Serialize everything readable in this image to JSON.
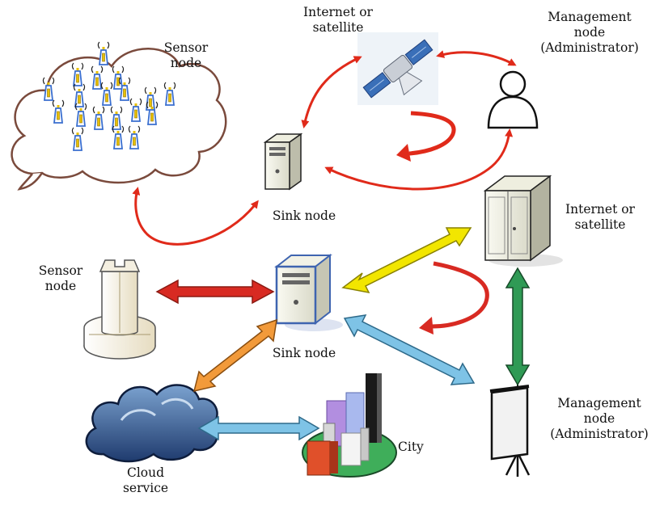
{
  "labels": {
    "top_sensor": [
      "Sensor",
      "node"
    ],
    "top_internet": [
      "Internet or",
      "satellite"
    ],
    "top_management": [
      "Management",
      "node",
      "(Administrator)"
    ],
    "top_sink": "Sink node",
    "bottom_internet": [
      "Internet or",
      "satellite"
    ],
    "bottom_sensor": [
      "Sensor",
      "node"
    ],
    "bottom_sink": "Sink node",
    "bottom_management": [
      "Management",
      "node",
      "(Administrator)"
    ],
    "city": "City",
    "cloud": [
      "Cloud",
      "service"
    ]
  },
  "icons": [
    "sensor-cloud-icon",
    "satellite-icon",
    "administrator-icon",
    "sink-server-icon",
    "internet-server-icon",
    "sensor-tower-icon",
    "sink-server-highlighted-icon",
    "cloud-icon",
    "city-icon",
    "projector-screen-icon"
  ],
  "colors": {
    "red_arrow": "#e02a1a",
    "yellow_arrow": "#f2e600",
    "blue_arrow": "#7ec3e6",
    "orange_arrow": "#f29a3a",
    "green_arrow": "#2f9a55",
    "dark_red_arrow": "#d82a22"
  }
}
